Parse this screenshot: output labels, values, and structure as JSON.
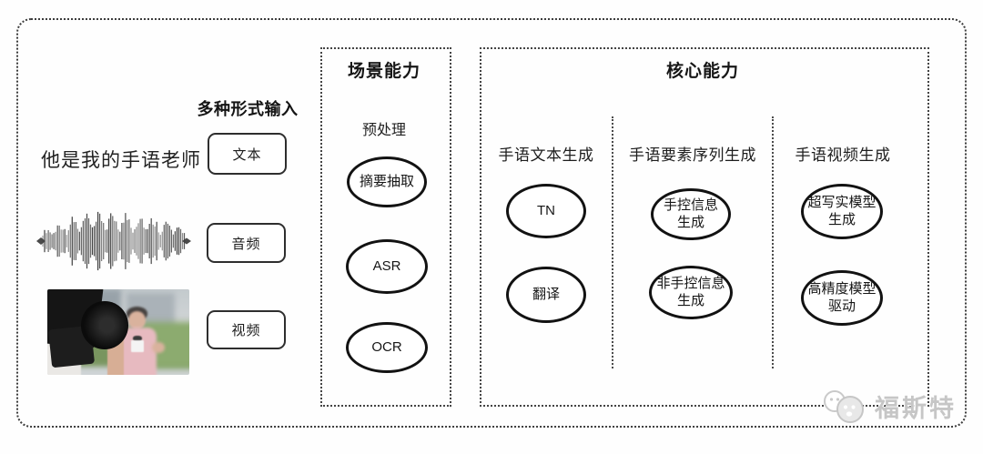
{
  "colors": {
    "ink": "#1f1f1f",
    "dotted_border": "#3c3c3c",
    "watermark_gray": "#c6c6c6"
  },
  "input": {
    "heading": "多种形式输入",
    "sample_text": "他是我的手语老师",
    "types": [
      {
        "label": "文本"
      },
      {
        "label": "音频"
      },
      {
        "label": "视频"
      }
    ],
    "icons": [
      "text-sentence",
      "audio-waveform-icon",
      "reporter-video-thumbnail"
    ]
  },
  "scene": {
    "title": "场景能力",
    "subtitle": "预处理",
    "nodes": [
      {
        "label": "摘要抽取"
      },
      {
        "label": "ASR"
      },
      {
        "label": "OCR"
      }
    ]
  },
  "core": {
    "title": "核心能力",
    "columns": [
      {
        "header": "手语文本生成",
        "nodes": [
          {
            "label": "TN"
          },
          {
            "label": "翻译"
          }
        ]
      },
      {
        "header": "手语要素序列生成",
        "nodes": [
          {
            "label": "手控信息\n生成"
          },
          {
            "label": "非手控信息\n生成"
          }
        ]
      },
      {
        "header": "手语视频生成",
        "nodes": [
          {
            "label": "超写实模型\n生成"
          },
          {
            "label": "高精度模型\n驱动"
          }
        ]
      }
    ]
  },
  "watermark": {
    "text": "福斯特"
  }
}
